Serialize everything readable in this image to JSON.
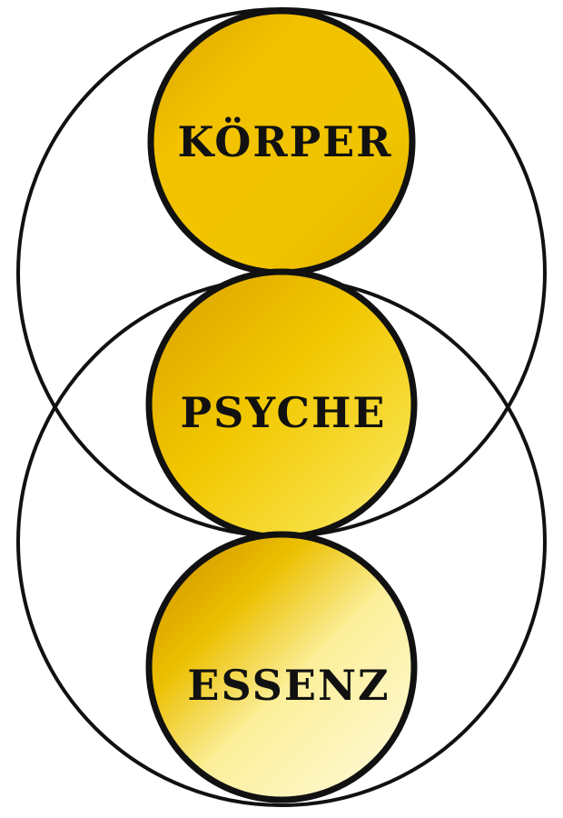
{
  "diagram": {
    "circles": [
      {
        "label": "KÖRPER"
      },
      {
        "label": "PSYCHE"
      },
      {
        "label": "ESSENZ"
      }
    ],
    "colors": {
      "gold": "#e8b800",
      "gold_light": "#fff8c0",
      "gold_dark": "#c88e00",
      "stroke": "#111111"
    }
  }
}
